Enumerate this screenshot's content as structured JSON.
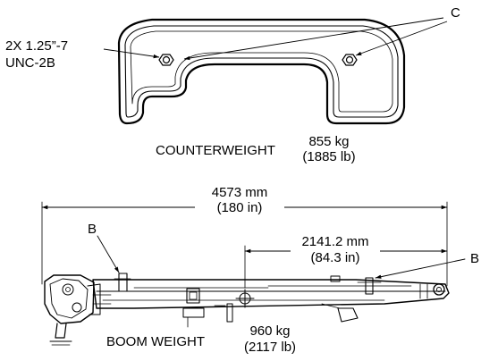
{
  "counterweight": {
    "thread_label_line1": "2X 1.25”-7",
    "thread_label_line2": "UNC-2B",
    "callout_c": "C",
    "title": "COUNTERWEIGHT",
    "weight_kg": "855 kg",
    "weight_lb": "(1885 lb)"
  },
  "boom": {
    "overall_length_mm": "4573 mm",
    "overall_length_in": "(180 in)",
    "cg_distance_mm": "2141.2 mm",
    "cg_distance_in": "(84.3 in)",
    "callout_b_left": "B",
    "callout_b_right": "B",
    "title": "BOOM WEIGHT",
    "weight_kg": "960 kg",
    "weight_lb": "(2117 lb)"
  }
}
